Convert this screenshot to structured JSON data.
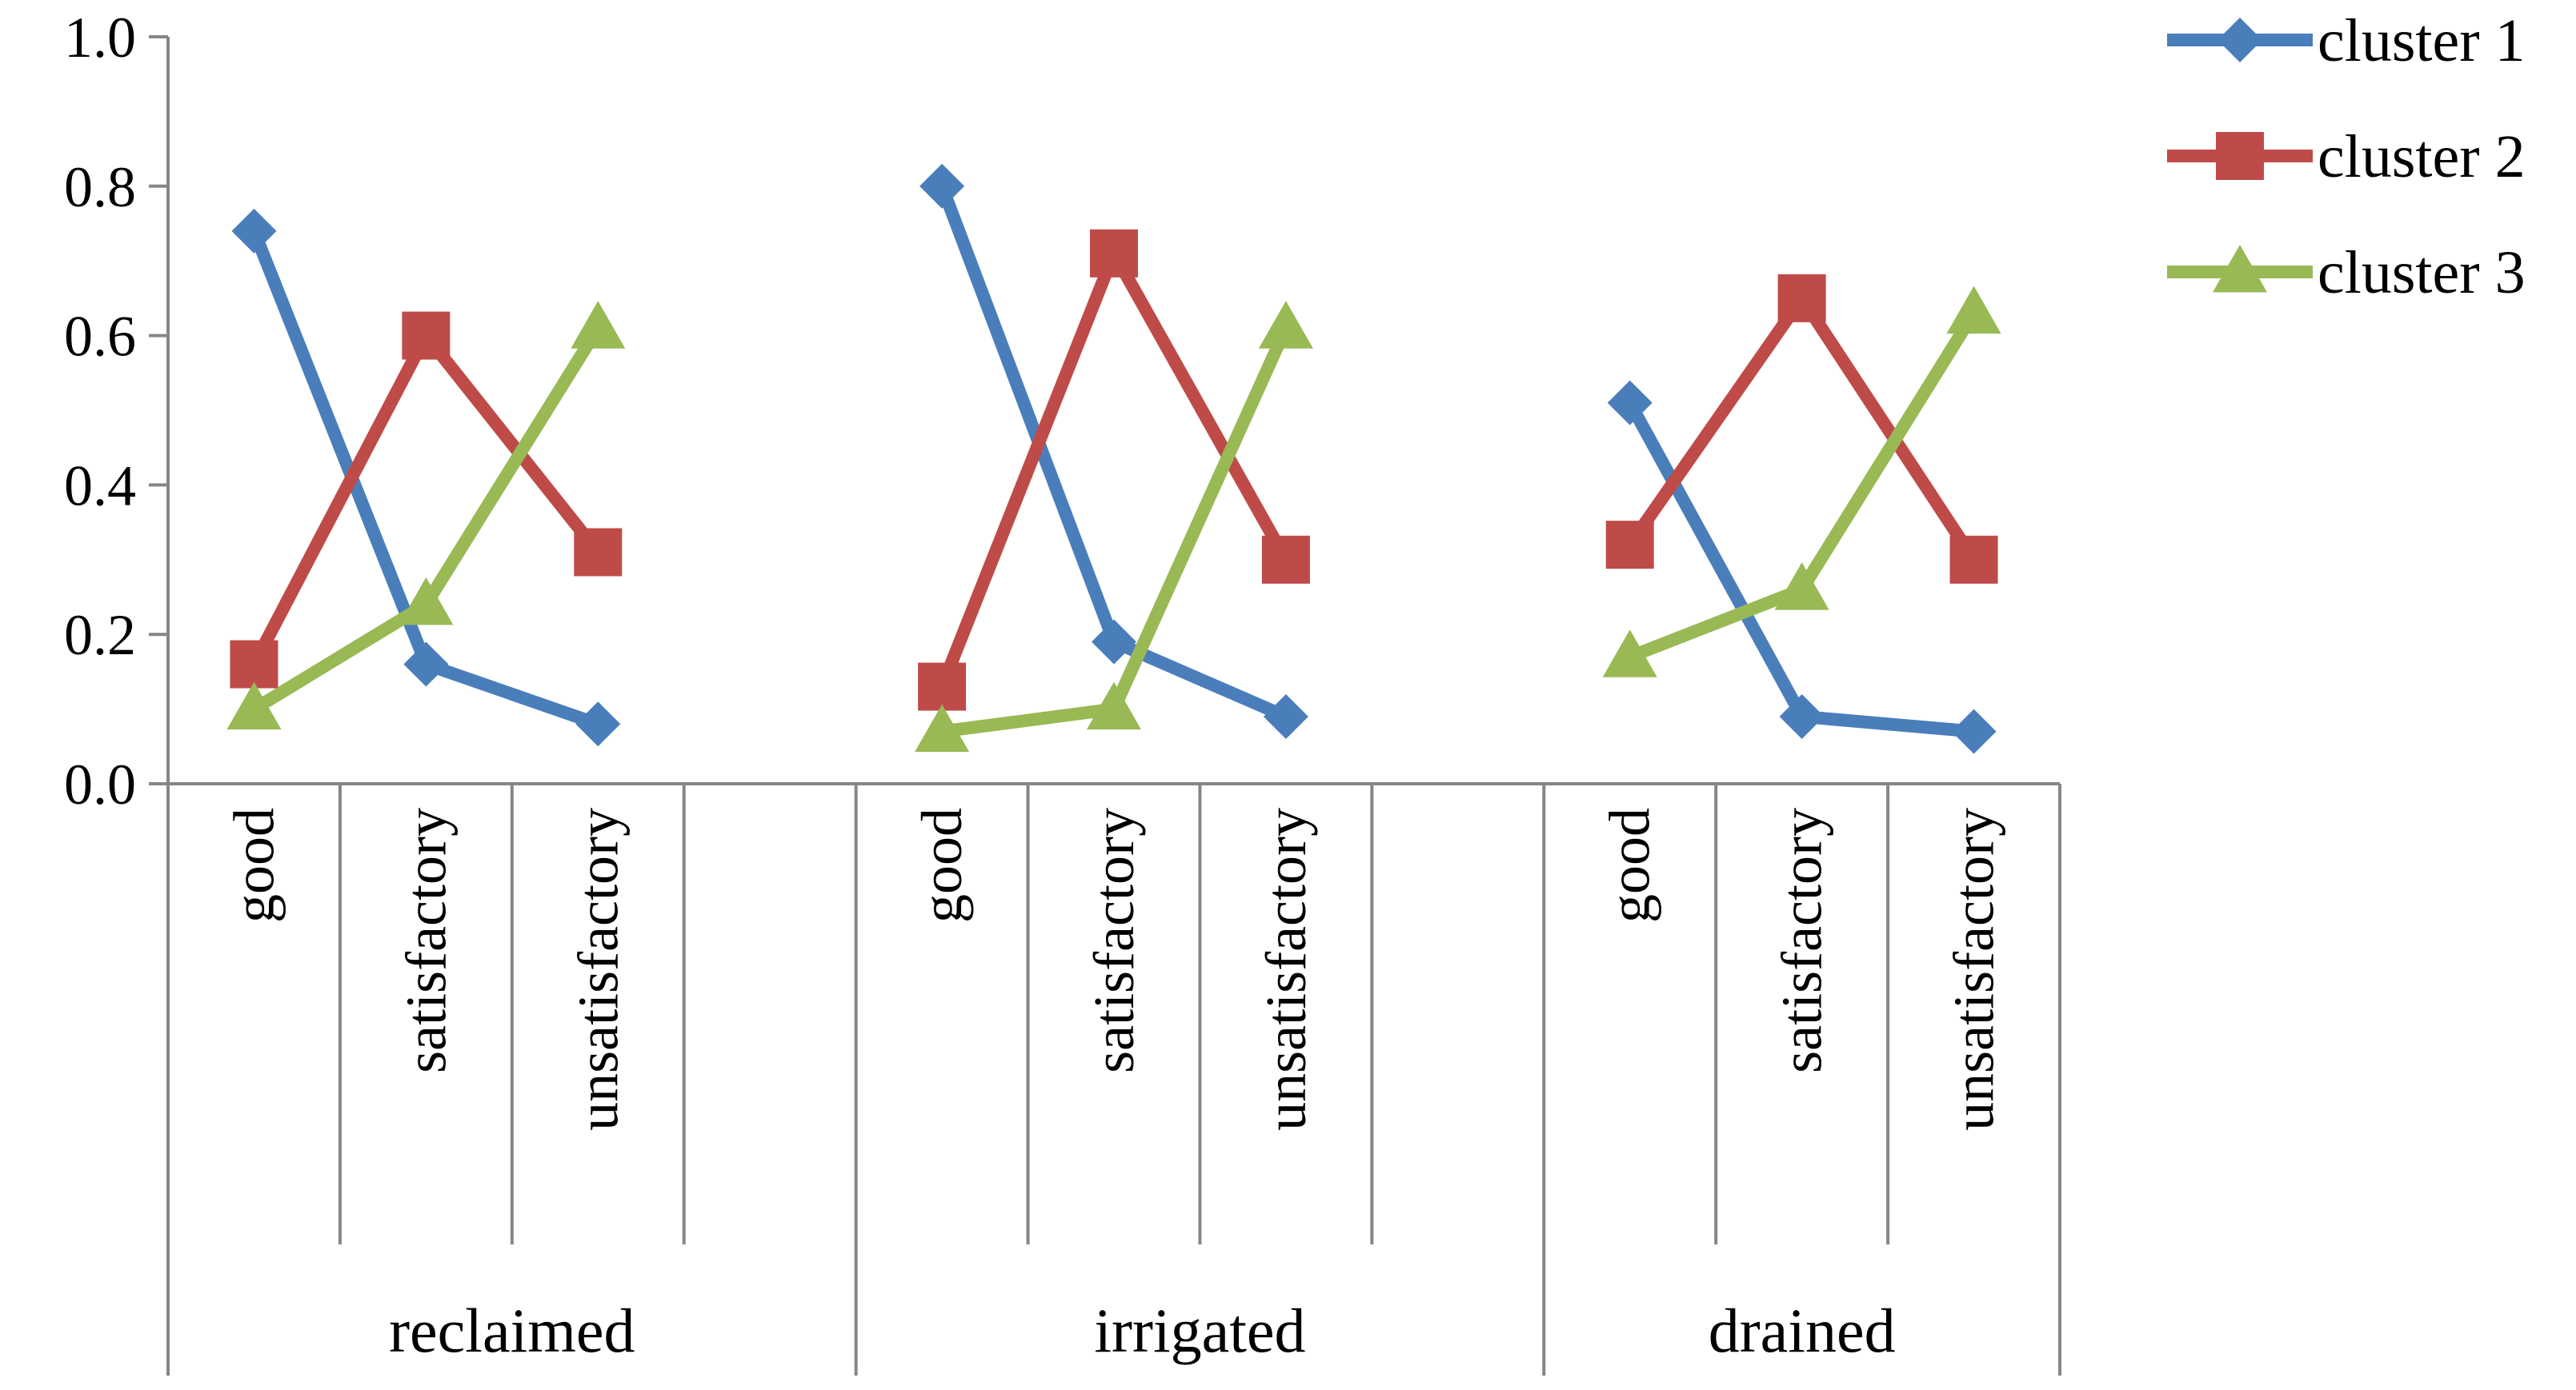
{
  "chart_data": {
    "type": "line",
    "title": "",
    "xlabel": "",
    "ylabel": "",
    "ylim": [
      0,
      1
    ],
    "yticks": [
      "0.0",
      "0.2",
      "0.4",
      "0.6",
      "0.8",
      "1.0"
    ],
    "grid": false,
    "legend_position": "top-right",
    "groups": [
      {
        "label": "reclaimed",
        "categories": [
          "good",
          "satisfactory",
          "unsatisfactory"
        ]
      },
      {
        "label": "irrigated",
        "categories": [
          "good",
          "satisfactory",
          "unsatisfactory"
        ]
      },
      {
        "label": "drained",
        "categories": [
          "good",
          "satisfactory",
          "unsatisfactory"
        ]
      }
    ],
    "series": [
      {
        "name": "cluster 1",
        "color": "#4a7ebb",
        "marker": "diamond",
        "segments": [
          [
            0.74,
            0.16,
            0.08
          ],
          [
            0.8,
            0.19,
            0.09
          ],
          [
            0.51,
            0.09,
            0.07
          ]
        ]
      },
      {
        "name": "cluster 2",
        "color": "#be4b48",
        "marker": "square",
        "segments": [
          [
            0.16,
            0.6,
            0.31
          ],
          [
            0.13,
            0.71,
            0.3
          ],
          [
            0.32,
            0.65,
            0.3
          ]
        ]
      },
      {
        "name": "cluster 3",
        "color": "#98b954",
        "marker": "triangle",
        "segments": [
          [
            0.1,
            0.24,
            0.61
          ],
          [
            0.07,
            0.1,
            0.61
          ],
          [
            0.17,
            0.26,
            0.63
          ]
        ]
      }
    ]
  }
}
